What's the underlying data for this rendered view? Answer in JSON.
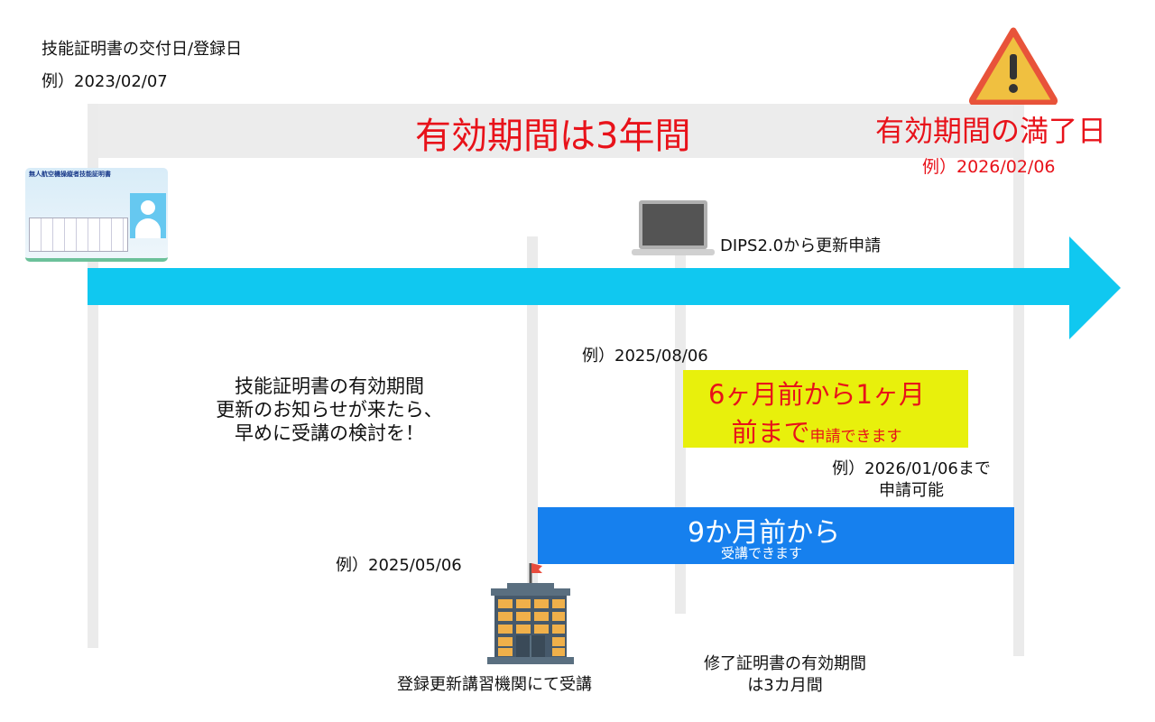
{
  "start": {
    "label": "技能証明書の交付日/登録日",
    "example": "例）2023/02/07"
  },
  "validity_band": {
    "label": "有効期間は3年間"
  },
  "expiry": {
    "label": "有効期間の満了日",
    "example": "例）2026/02/06"
  },
  "dips": {
    "label": "DIPS2.0から更新申請",
    "example": "例）2025/08/06"
  },
  "apply_window": {
    "line1": "6ヶ月前から1ヶ月",
    "line2_big": "前まで",
    "line2_small": "申請できます"
  },
  "apply_deadline": {
    "line1": "例）2026/01/06まで",
    "line2": "申請可能"
  },
  "course_window": {
    "big": "9か月前から",
    "small": "受講できます"
  },
  "course": {
    "example": "例）2025/05/06",
    "label": "登録更新講習機関にて受講"
  },
  "notice": {
    "lines": [
      "技能証明書の有効期間",
      "更新のお知らせが来たら、",
      "早めに受講の検討を！"
    ]
  },
  "certificate": {
    "lines": [
      "修了証明書の有効期間",
      "は3カ月間"
    ]
  },
  "license_card": {
    "title": "無人航空機操縦者技能証明書"
  },
  "colors": {
    "arrow": "#10c8f0",
    "yellow": "#e8f00c",
    "blue": "#1680ee",
    "red": "#e8121a",
    "gray": "#ececec"
  }
}
